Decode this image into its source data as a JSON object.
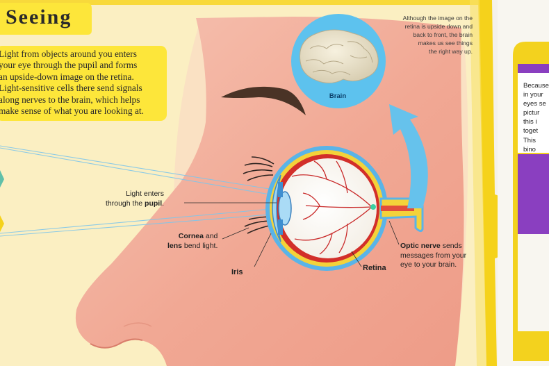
{
  "page": {
    "title": "Seeing",
    "intro_lines": [
      "Light from objects around you enters",
      "your eye through the pupil and forms",
      "an upside-down image on the retina.",
      "Light-sensitive cells there send signals",
      "along nerves to the brain, which helps",
      "make sense of what you are looking at."
    ],
    "brain_note_lines": [
      "Although the image on the",
      "retina is upside down and",
      "back to front, the brain",
      "makes us see things",
      "the right way up."
    ],
    "brain_label": "Brain"
  },
  "labels": {
    "light_line1": "Light enters",
    "light_line2_pre": "through the ",
    "light_line2_bold": "pupil",
    "light_line2_post": ".",
    "cornea_bold": "Cornea",
    "cornea_post": " and",
    "lens_bold": "lens",
    "lens_post": " bend light.",
    "iris": "Iris",
    "retina": "Retina",
    "optic_bold": "Optic nerve",
    "optic_post": " sends",
    "optic_line2": "messages from your",
    "optic_line3": "eye to your brain."
  },
  "side_page": {
    "text_lines": [
      "Because",
      "in your",
      "eyes se",
      "pictur",
      "this i",
      "toget",
      "This",
      "bino"
    ]
  },
  "colors": {
    "page_bg": "#fbefc2",
    "title_banner": "#fde63a",
    "border_yellow": "#f5d21b",
    "skin": "#f3b4a4",
    "iris_blue": "#55b3e6",
    "brain_circle": "#5dc2ee",
    "arrow_blue": "#66c2ec",
    "side_purple": "#8a3fc0"
  }
}
